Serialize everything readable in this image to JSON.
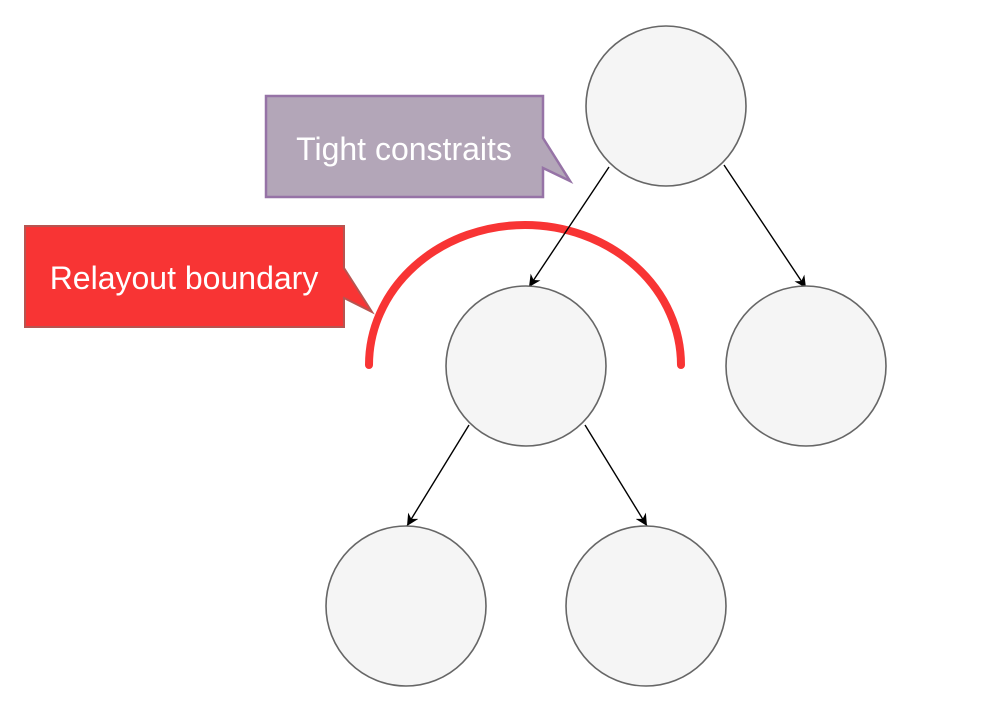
{
  "callouts": {
    "tight_constraints": {
      "label": "Tight constraits",
      "fill": "#b3a6b8",
      "stroke": "#9673a6"
    },
    "relayout_boundary": {
      "label": "Relayout boundary",
      "fill": "#f83434",
      "stroke": "#b85450"
    }
  },
  "colors": {
    "node_fill": "#f5f5f5",
    "node_stroke": "#666666",
    "edge": "#000000",
    "boundary_arc": "#f83434"
  },
  "tree": {
    "nodes": [
      {
        "id": "root",
        "level": 0
      },
      {
        "id": "left-child",
        "level": 1
      },
      {
        "id": "right-child",
        "level": 1
      },
      {
        "id": "left-grandchild",
        "level": 2
      },
      {
        "id": "right-grandchild",
        "level": 2
      }
    ],
    "edges": [
      {
        "from": "root",
        "to": "left-child"
      },
      {
        "from": "root",
        "to": "right-child"
      },
      {
        "from": "left-child",
        "to": "left-grandchild"
      },
      {
        "from": "left-child",
        "to": "right-grandchild"
      }
    ]
  }
}
